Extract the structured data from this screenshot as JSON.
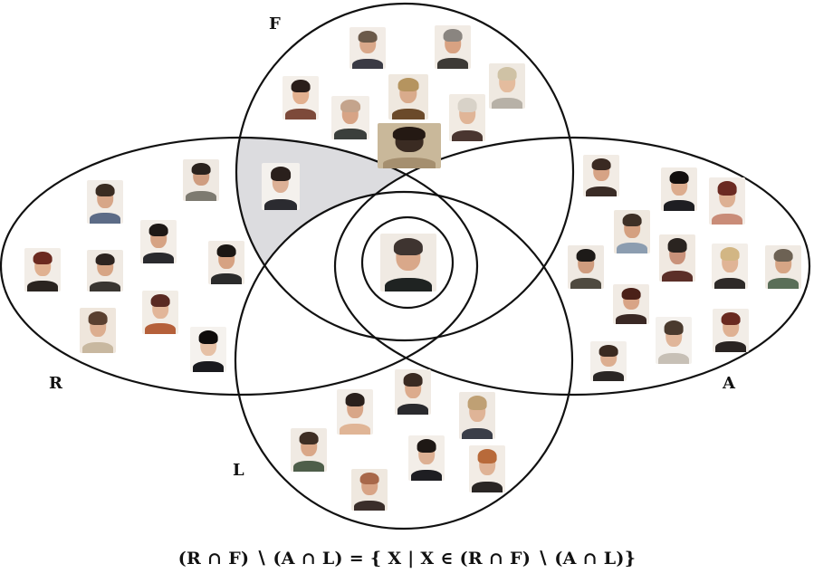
{
  "labels": {
    "F": "F",
    "R": "R",
    "A": "A",
    "L": "L"
  },
  "formula": "(R ∩ F) ∖ (A ∩ L) = { X | X ∈ (R ∩ F) ∖ (A ∩ L)}",
  "colors": {
    "highlight": "#dcdcdf",
    "stroke": "#111111"
  },
  "photos": [
    {
      "name": "portrait-f-1",
      "bg": "#f2ece6",
      "skin": "#d9a88a",
      "hair": "#6b5a4a",
      "shirt": "#3a3a44"
    },
    {
      "name": "portrait-f-2",
      "bg": "#f1ebe4",
      "skin": "#d8a282",
      "hair": "#8a8580",
      "shirt": "#3d3a36"
    },
    {
      "name": "portrait-f-3",
      "bg": "#f4efe9",
      "skin": "#e2b08f",
      "hair": "#2a1e1a",
      "shirt": "#7d4a3a"
    },
    {
      "name": "portrait-f-4",
      "bg": "#efe8df",
      "skin": "#d9ab8c",
      "hair": "#b5945f",
      "shirt": "#6b4a2a"
    },
    {
      "name": "portrait-f-5",
      "bg": "#f3eee8",
      "skin": "#d7a486",
      "hair": "#c4a48c",
      "shirt": "#3b3f3c"
    },
    {
      "name": "portrait-f-6",
      "bg": "#f1ebe3",
      "skin": "#e0b597",
      "hair": "#d8d2c8",
      "shirt": "#4a3630"
    },
    {
      "name": "portrait-f-7",
      "bg": "#efe9e1",
      "skin": "#e4bc9e",
      "hair": "#cfc2a5",
      "shirt": "#b7b1a7"
    },
    {
      "name": "photo-dog",
      "bg": "#c9b89a",
      "skin": "#3a2b22",
      "hair": "#241913",
      "shirt": "#a58f6f"
    },
    {
      "name": "portrait-rf-1",
      "bg": "#f4f1ed",
      "skin": "#dcb096",
      "hair": "#2a201c",
      "shirt": "#2b2b30"
    },
    {
      "name": "portrait-r-1",
      "bg": "#f1ece6",
      "skin": "#d7a688",
      "hair": "#3a2c22",
      "shirt": "#5c6b86"
    },
    {
      "name": "portrait-r-2",
      "bg": "#efe9e2",
      "skin": "#cf9d80",
      "hair": "#2a221d",
      "shirt": "#7d7a70"
    },
    {
      "name": "portrait-r-3",
      "bg": "#f3eee8",
      "skin": "#d6a384",
      "hair": "#1e1815",
      "shirt": "#2a2a2e"
    },
    {
      "name": "portrait-r-4",
      "bg": "#f2ede7",
      "skin": "#e0b191",
      "hair": "#6b2a20",
      "shirt": "#2a2420"
    },
    {
      "name": "portrait-r-5",
      "bg": "#f0eae3",
      "skin": "#d7a585",
      "hair": "#2d2420",
      "shirt": "#3a3632"
    },
    {
      "name": "portrait-r-6",
      "bg": "#f1ebe4",
      "skin": "#d6a282",
      "hair": "#1b1714",
      "shirt": "#2b2b2b"
    },
    {
      "name": "portrait-r-7",
      "bg": "#efe6dc",
      "skin": "#dcae90",
      "hair": "#5a4030",
      "shirt": "#c8b8a0"
    },
    {
      "name": "portrait-r-8",
      "bg": "#f2ede6",
      "skin": "#e2b699",
      "hair": "#5a2a22",
      "shirt": "#b5603a"
    },
    {
      "name": "portrait-r-9",
      "bg": "#f5f2ee",
      "skin": "#e6c1a6",
      "hair": "#0f0c0b",
      "shirt": "#1a1a1e"
    },
    {
      "name": "portrait-center",
      "bg": "#f0eae3",
      "skin": "#d9a88a",
      "hair": "#3e3430",
      "shirt": "#1f2322"
    },
    {
      "name": "portrait-a-1",
      "bg": "#f2ece5",
      "skin": "#d6a385",
      "hair": "#3a2a22",
      "shirt": "#3a2c26"
    },
    {
      "name": "portrait-a-2",
      "bg": "#f1ebe4",
      "skin": "#dcac8e",
      "hair": "#120e0d",
      "shirt": "#1e1e22"
    },
    {
      "name": "portrait-a-3",
      "bg": "#f2ece6",
      "skin": "#ddb093",
      "hair": "#6b2a22",
      "shirt": "#c98c78"
    },
    {
      "name": "portrait-a-4",
      "bg": "#efe8df",
      "skin": "#d4a080",
      "hair": "#3e3026",
      "shirt": "#8c9db0"
    },
    {
      "name": "portrait-a-5",
      "bg": "#efe9e2",
      "skin": "#cf9c7e",
      "hair": "#1d1a18",
      "shirt": "#4f4a40"
    },
    {
      "name": "portrait-a-6",
      "bg": "#f0e9e1",
      "skin": "#c9927a",
      "hair": "#2a2420",
      "shirt": "#5b2f28"
    },
    {
      "name": "portrait-a-7",
      "bg": "#f3eee8",
      "skin": "#e0b496",
      "hair": "#d2b684",
      "shirt": "#2e2a28"
    },
    {
      "name": "portrait-a-8",
      "bg": "#f0eae3",
      "skin": "#d6a585",
      "hair": "#6d6254",
      "shirt": "#5a6e58"
    },
    {
      "name": "portrait-a-9",
      "bg": "#f1ebe4",
      "skin": "#d8a486",
      "hair": "#4a2018",
      "shirt": "#3a2824"
    },
    {
      "name": "portrait-a-10",
      "bg": "#f3efea",
      "skin": "#dcae90",
      "hair": "#3a2a20",
      "shirt": "#2a2624"
    },
    {
      "name": "portrait-a-11",
      "bg": "#f4f1ed",
      "skin": "#e0b69a",
      "hair": "#4a3a2e",
      "shirt": "#c7c0b6"
    },
    {
      "name": "portrait-a-12",
      "bg": "#f2ede7",
      "skin": "#dfb193",
      "hair": "#6a2a20",
      "shirt": "#2a2422"
    },
    {
      "name": "portrait-l-1",
      "bg": "#f2ede7",
      "skin": "#d8a688",
      "hair": "#2a201c",
      "shirt": "#e0b596"
    },
    {
      "name": "portrait-l-2",
      "bg": "#f1ebe4",
      "skin": "#dcab8d",
      "hair": "#3a2a22",
      "shirt": "#2a2a2e"
    },
    {
      "name": "portrait-l-3",
      "bg": "#efe9e2",
      "skin": "#dfb497",
      "hair": "#bfa074",
      "shirt": "#3a3e48"
    },
    {
      "name": "portrait-l-4",
      "bg": "#f0eae3",
      "skin": "#d9a788",
      "hair": "#3e2e24",
      "shirt": "#4e5e4a"
    },
    {
      "name": "portrait-l-5",
      "bg": "#f3eee8",
      "skin": "#ddb093",
      "hair": "#1e1815",
      "shirt": "#1e1e22"
    },
    {
      "name": "portrait-l-6",
      "bg": "#f2ece5",
      "skin": "#dfb396",
      "hair": "#b86a3a",
      "shirt": "#2a2624"
    },
    {
      "name": "portrait-l-7",
      "bg": "#efe8df",
      "skin": "#d8a486",
      "hair": "#a8684a",
      "shirt": "#3a2e2a"
    }
  ]
}
